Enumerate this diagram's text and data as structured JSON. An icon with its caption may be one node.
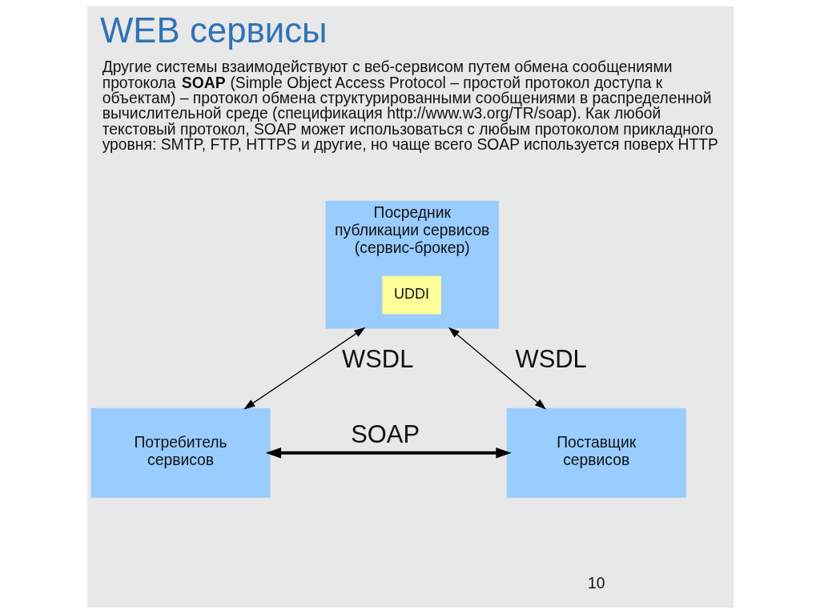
{
  "diagram": {
    "title": "WEB сервисы",
    "nodes": [
      {
        "text": [
          "Посредник публикации сервисов (сервис-брокер)"
        ]
      },
      {
        "text": [
          "UDDI"
        ],
        "in": 0
      },
      {
        "text": [
          "Потребитель сервисов"
        ]
      },
      {
        "text": [
          "Поставщик сервисов"
        ]
      }
    ],
    "edges": [
      {
        "from": 0,
        "to": 2,
        "arrow": "both",
        "label": "WSDL"
      },
      {
        "from": 0,
        "to": 3,
        "arrow": "both",
        "label": "WSDL"
      },
      {
        "from": 2,
        "to": 3,
        "arrow": "both",
        "label": "SOAP",
        "style": "thick"
      }
    ],
    "labels": [
      "Другие системы взаимодействуют с веб-сервисом путем обмена сообщениями протокола **SOAP** (Simple Object Access Protocol – простой протокол доступа к объектам) – протокол обмена структурированными сообщениями в распределенной вычислительной среде (спецификация http://www.w3.org/TR/soap). Как любой текстовый протокол, SOAP может использоваться с любым протоколом прикладного уровня: SMTP, FTP, HTTPS и другие, но чаще всего SOAP используется поверх HTTP",
      "10"
    ]
  }
}
